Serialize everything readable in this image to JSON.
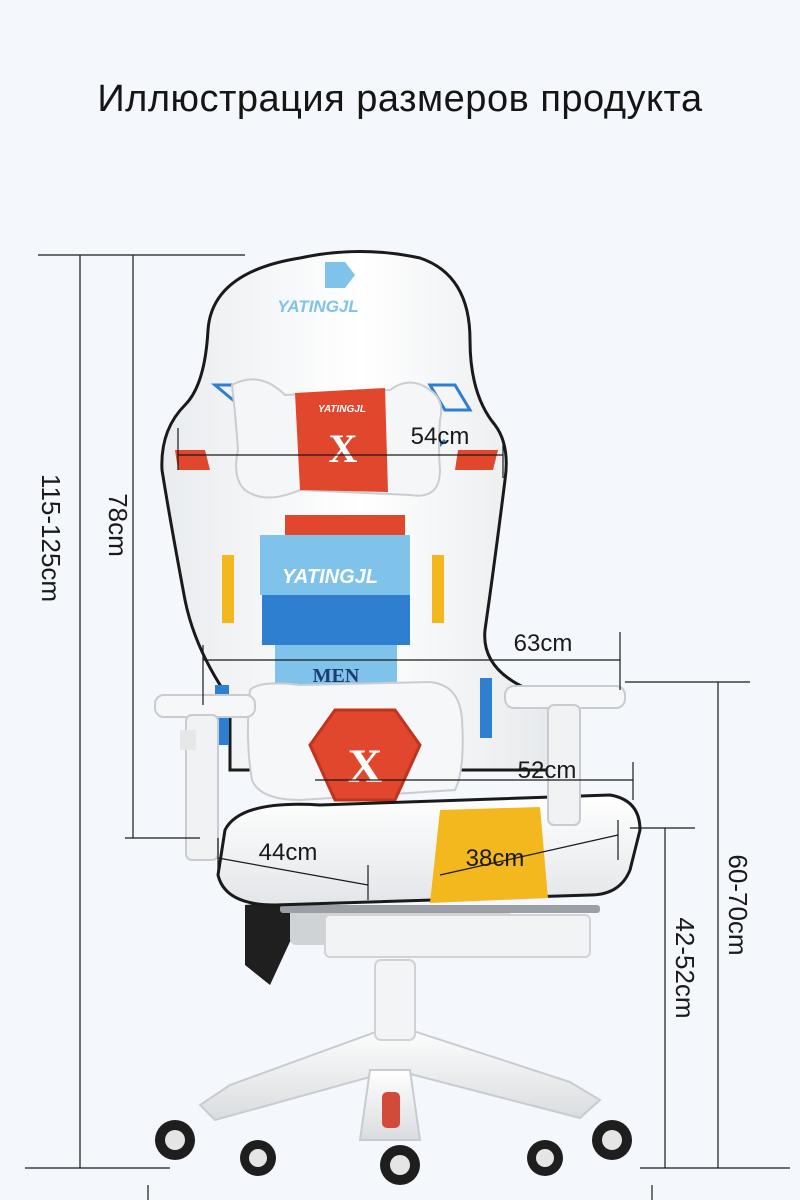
{
  "title": "Иллюстрация размеров продукта",
  "brand": {
    "headrest_logo": "YATINGJL",
    "pillow_logo": "YATINGJL",
    "pillow_mark": "X",
    "back_logo": "YATINGJL",
    "back_badge": "MEN",
    "lumbar_mark": "X"
  },
  "dimensions": {
    "total_height": "115-125cm",
    "back_height": "78cm",
    "back_width": "54cm",
    "armrest_span": "63cm",
    "seat_width": "52cm",
    "seat_depth": "44cm",
    "seat_stripe": "38cm",
    "armrest_height": "60-70cm",
    "seat_height": "42-52cm"
  },
  "colors": {
    "accent_red": "#e0472c",
    "accent_blue": "#2f7fd0",
    "light_blue": "#7fc3ea",
    "accent_yellow": "#f2b81e",
    "chair_white": "#f7f7f7",
    "piping": "#222222"
  }
}
